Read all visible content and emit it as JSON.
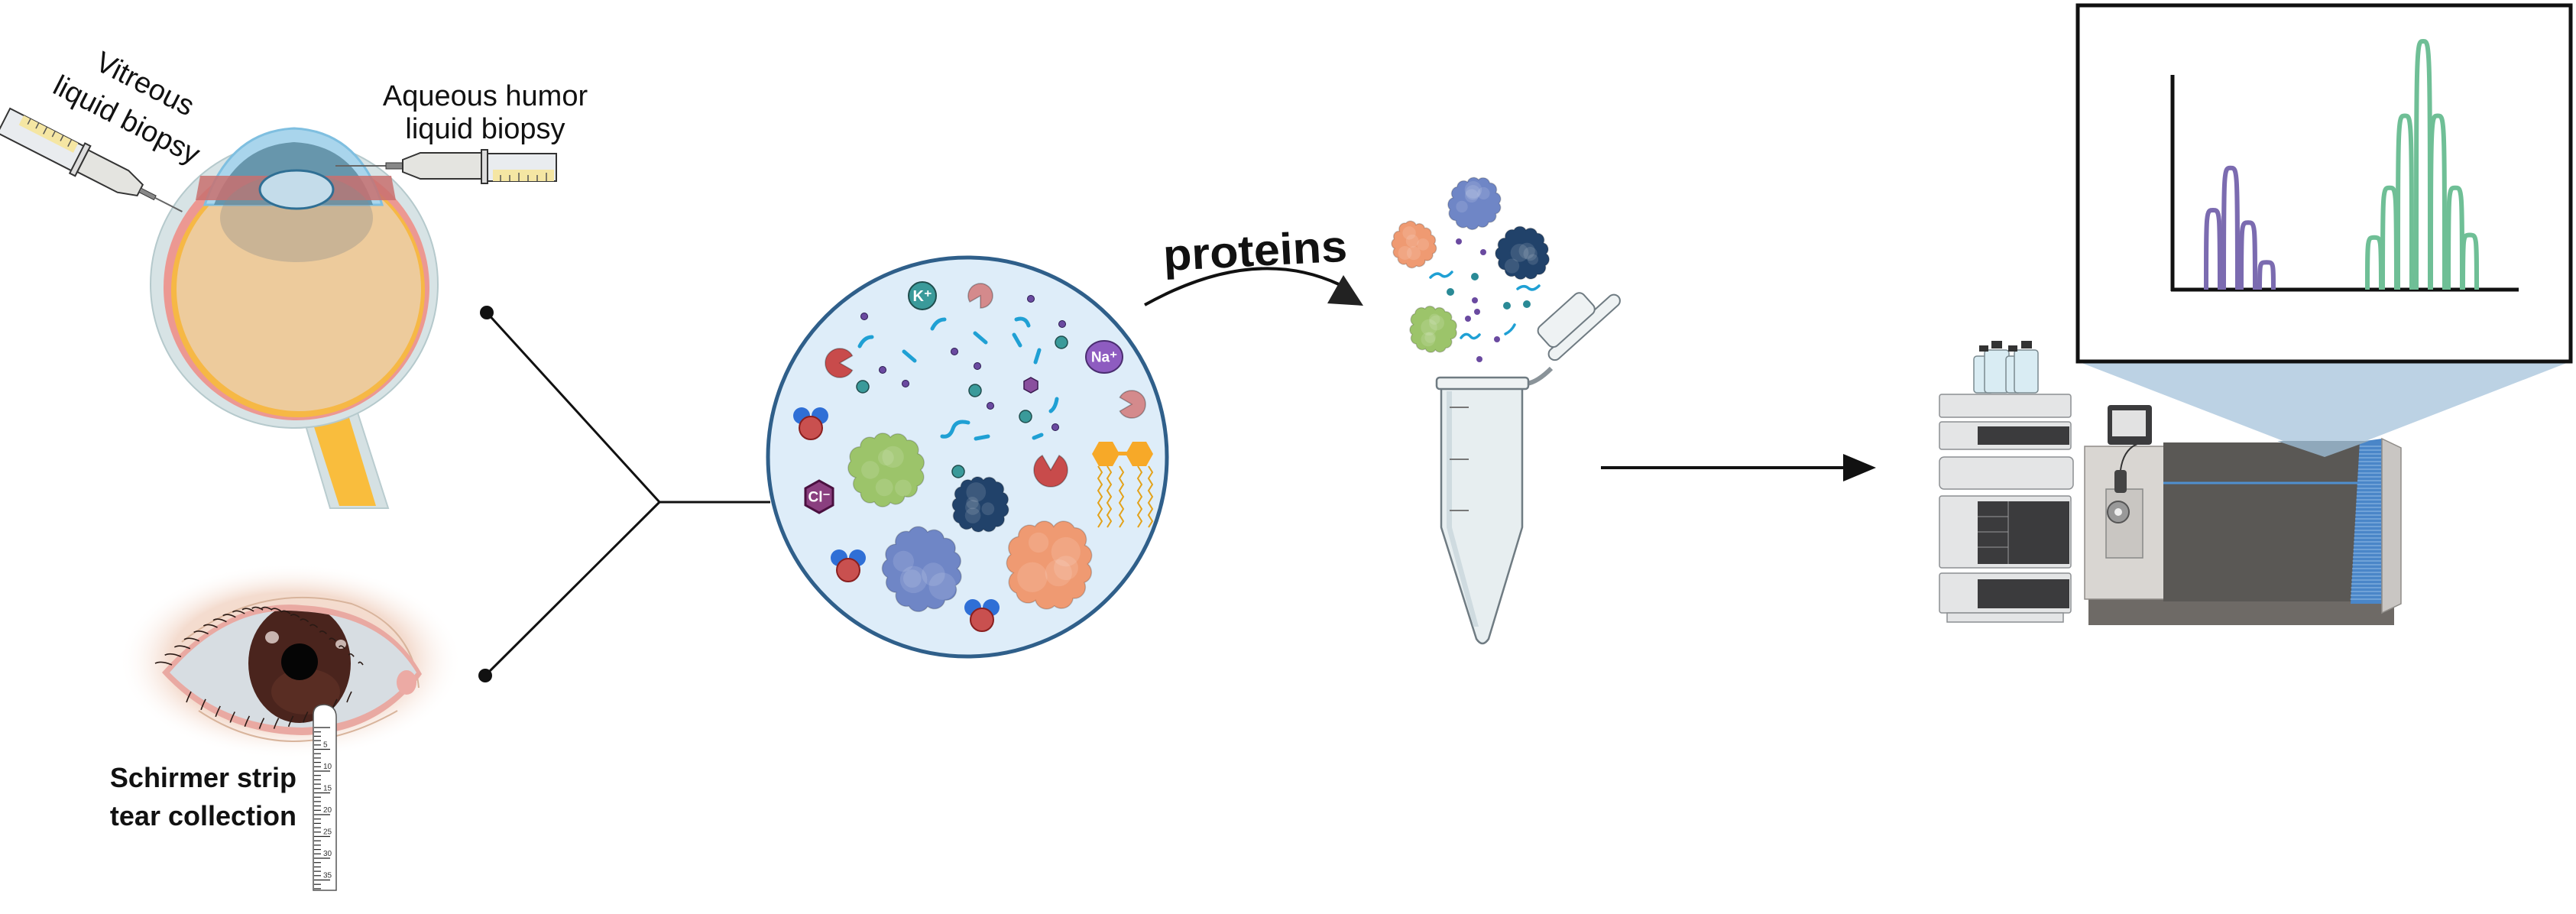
{
  "labels": {
    "vitreous_line1": "Vitreous",
    "vitreous_line2": "liquid biopsy",
    "aqueous_line1": "Aqueous humor",
    "aqueous_line2": "liquid biopsy",
    "schirmer_line1": "Schirmer strip",
    "schirmer_line2": "tear collection",
    "proteins": "proteins"
  },
  "ions": {
    "potassium": "K⁺",
    "sodium": "Na⁺",
    "chloride": "Cl⁻"
  },
  "schirmer_scale": [
    "5",
    "10",
    "15",
    "20",
    "25",
    "30",
    "35"
  ],
  "spectrum": {
    "purple_peaks_relative_intensity": [
      32,
      49,
      27,
      11
    ],
    "green_peaks_relative_intensity": [
      21,
      41,
      70,
      100,
      70,
      41,
      22
    ]
  },
  "colors": {
    "purple_peaks": "#7b6bb0",
    "green_peaks": "#6fbf96",
    "fluid_circle": "#deedf9",
    "fluid_border": "#2f5f8a",
    "protein_green": "#9cc46a",
    "protein_blue": "#6f86c6",
    "protein_navy": "#21426a",
    "protein_orange": "#ef9a72",
    "zoom_cone": "#bcd2e4"
  }
}
